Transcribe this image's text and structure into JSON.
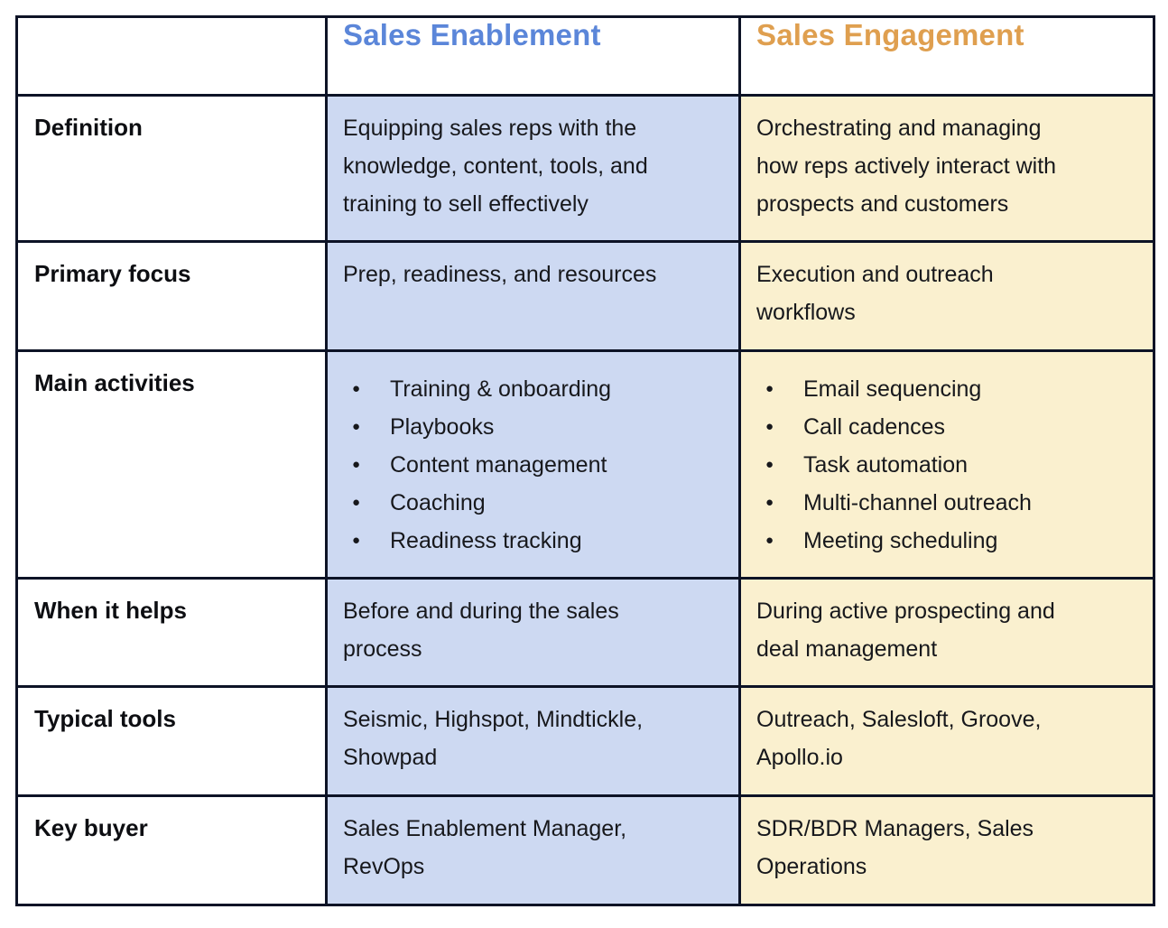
{
  "table": {
    "bullet_glyph": "●",
    "header": {
      "corner": "",
      "columns": [
        {
          "id": "enablement",
          "label": "Sales Enablement"
        },
        {
          "id": "engagement",
          "label": "Sales Engagement"
        }
      ]
    },
    "rows": [
      {
        "label": "Definition",
        "cells": [
          {
            "kind": "text",
            "text": "Equipping sales reps with the\nknowledge, content, tools, and\ntraining to sell effectively"
          },
          {
            "kind": "text",
            "text": "Orchestrating and managing\nhow reps actively interact with\nprospects and customers"
          }
        ]
      },
      {
        "label": "Primary focus",
        "cells": [
          {
            "kind": "text",
            "text": "Prep, readiness, and resources"
          },
          {
            "kind": "text",
            "text": "Execution and outreach\nworkflows"
          }
        ]
      },
      {
        "label": "Main activities",
        "cells": [
          {
            "kind": "list",
            "items": [
              "Training & onboarding",
              "Playbooks",
              "Content management",
              "Coaching",
              "Readiness tracking"
            ]
          },
          {
            "kind": "list",
            "items": [
              "Email sequencing",
              "Call cadences",
              "Task automation",
              "Multi-channel outreach",
              "Meeting scheduling"
            ]
          }
        ]
      },
      {
        "label": "When it helps",
        "cells": [
          {
            "kind": "text",
            "text": "Before and during the sales\nprocess"
          },
          {
            "kind": "text",
            "text": "During active prospecting and\ndeal management"
          }
        ]
      },
      {
        "label": "Typical tools",
        "cells": [
          {
            "kind": "text",
            "text": "Seismic, Highspot, Mindtickle,\nShowpad"
          },
          {
            "kind": "text",
            "text": "Outreach, Salesloft, Groove,\nApollo.io"
          }
        ]
      },
      {
        "label": "Key buyer",
        "cells": [
          {
            "kind": "text",
            "text": "Sales Enablement Manager,\nRevOps"
          },
          {
            "kind": "text",
            "text": "SDR/BDR Managers, Sales\nOperations"
          }
        ]
      }
    ],
    "colors": {
      "border": "#0d1326",
      "enablement_bg": "#cdd9f2",
      "engagement_bg": "#faf0cf",
      "enablement_header": "#5b86d9",
      "engagement_header": "#df9f4f",
      "label_text": "#0d0e12",
      "body_text": "#17181c"
    }
  }
}
